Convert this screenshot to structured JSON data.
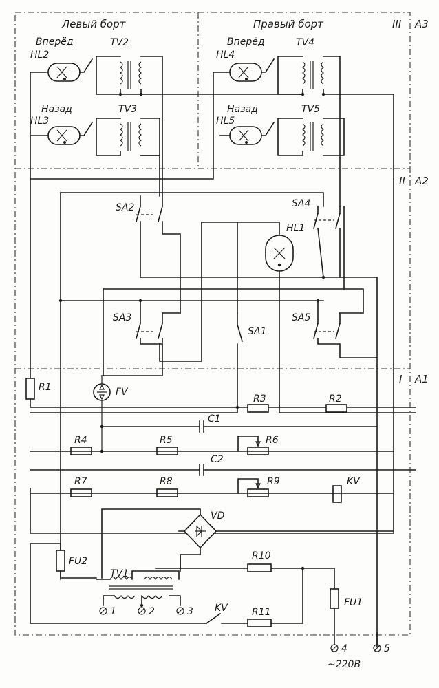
{
  "panels": {
    "left_board": "Левый борт",
    "right_board": "Правый борт",
    "zone_a3": "III",
    "zone_a3_name": "A3",
    "zone_a2": "II",
    "zone_a2_name": "A2",
    "zone_a1": "I",
    "zone_a1_name": "A1"
  },
  "lamps": {
    "forward": "Вперёд",
    "back": "Назад",
    "hl1": "HL1",
    "hl2": "HL2",
    "hl3": "HL3",
    "hl4": "HL4",
    "hl5": "HL5"
  },
  "transformers": {
    "tv1": "TV1",
    "tv2": "TV2",
    "tv3": "TV3",
    "tv4": "TV4",
    "tv5": "TV5"
  },
  "switches": {
    "sa1": "SA1",
    "sa2": "SA2",
    "sa3": "SA3",
    "sa4": "SA4",
    "sa5": "SA5"
  },
  "components": {
    "fv": "FV",
    "r1": "R1",
    "r2": "R2",
    "r3": "R3",
    "r4": "R4",
    "r5": "R5",
    "r6": "R6",
    "r7": "R7",
    "r8": "R8",
    "r9": "R9",
    "r10": "R10",
    "r11": "R11",
    "c1": "C1",
    "c2": "C2",
    "kv": "KV",
    "kv_contact": "KV",
    "vd": "VD",
    "fu1": "FU1",
    "fu2": "FU2"
  },
  "terminals": {
    "t1": "1",
    "t2": "2",
    "t3": "3",
    "t4": "4",
    "t5": "5",
    "supply": "~220В"
  }
}
